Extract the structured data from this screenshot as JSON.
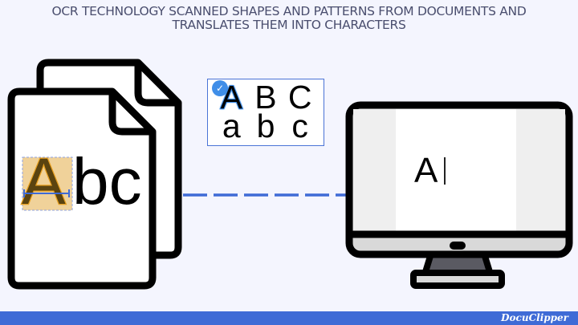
{
  "header": {
    "title_line1": "OCR TECHNOLOGY SCANNED SHAPES AND PATTERNS FROM DOCUMENTS AND",
    "title_line2": "TRANSLATES THEM INTO CHARACTERS"
  },
  "document": {
    "highlighted_char": "A",
    "rest_text": "bc",
    "icon": "documents-icon"
  },
  "recognition_box": {
    "upper": [
      "A",
      "B",
      "C"
    ],
    "lower": [
      "a",
      "b",
      "c"
    ],
    "check_icon": "✓"
  },
  "monitor": {
    "screen_text": "A",
    "icon": "desktop-monitor-icon"
  },
  "footer": {
    "brand": "DocuClipper"
  },
  "colors": {
    "background": "#f4f5fe",
    "title": "#4a4e6e",
    "accent_blue": "#3f6bd6",
    "highlight": "#f0d29a",
    "highlight_outline": "#e8a020"
  }
}
